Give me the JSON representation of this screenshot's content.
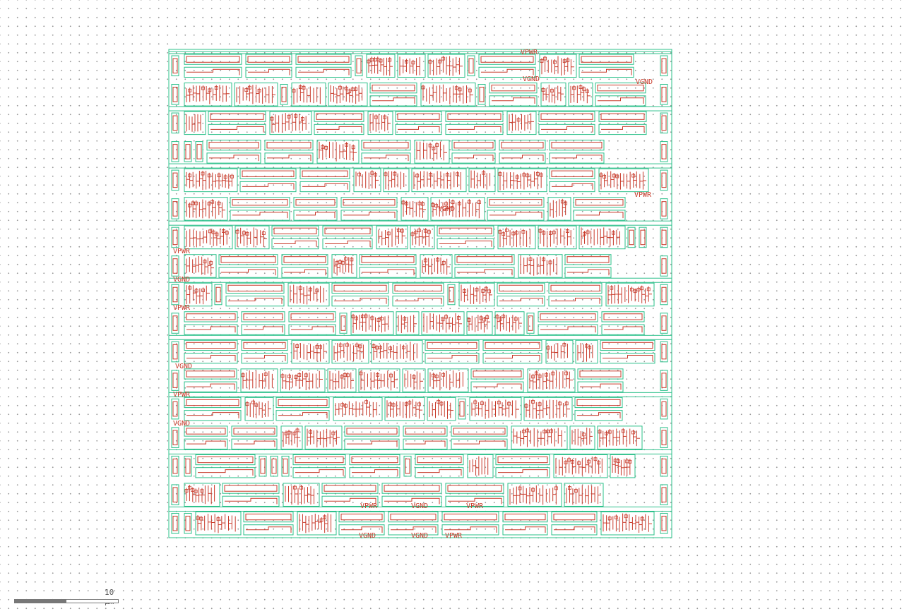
{
  "viewer": {
    "scalebar": {
      "label": "10 µm",
      "fill_fraction": 0.5
    }
  },
  "colors": {
    "background": "#ffffff",
    "grid_dot": "#9a9a9a",
    "cell_outline": "#2bc08a",
    "metal_outline": "#c83a2a",
    "power_rail": "#2bc08a"
  },
  "pin_labels": [
    "VPWR",
    "VGND",
    "VGND",
    "VPWR",
    "VGND",
    "VPWR",
    "VGND",
    "VPWR",
    "VGND",
    "VPWR",
    "VGND",
    "VPWR",
    "VGND",
    "VGND",
    "VGND",
    "VPWR",
    "VPWR"
  ]
}
